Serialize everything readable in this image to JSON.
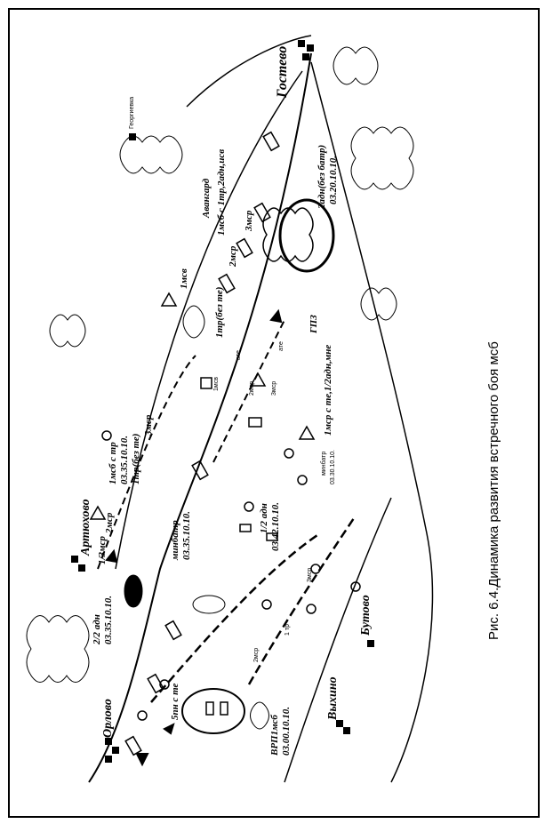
{
  "caption": "Рис. 6.4.Динамика развития встречного боя мсб",
  "places": {
    "gostevo": "Гостево",
    "artyuhovo": "Артюхово",
    "orlovo": "Орлово",
    "vyhino": "Выхино",
    "butovo": "Бутово",
    "georgievka": "Георгиевка"
  },
  "units": {
    "avangard_title": "Авангард",
    "avangard_desc": "1мсб с 1тр,2адн,исв",
    "imsv": "1мсв",
    "tr_bez_te": "1тр(без те)",
    "tr2_left": "2мср",
    "tr3": "3мср",
    "gpz": "ГПЗ",
    "gpz_desc": "1мср с те,1/2адн,мне",
    "adn_bez_batr": "2адн(без батр)",
    "adn_time": "03.20.10.10.",
    "msb_art": "1мсб с тр",
    "msb_art_time": "03.35.10.10.",
    "tr_bez_te2": "1тр(без те)",
    "mr3_art": "3мср",
    "mr13": "1/3мср",
    "mr2_art": "2мср",
    "adn22": "2/2 адн",
    "adn22_time": "03.35.10.10.",
    "minbatr": "минбатр",
    "minbatr_time": "03.35.10.10.",
    "adn12": "1/2 адн",
    "adn12_time": "03.42.10.10.",
    "minbatr2": "минбатр",
    "minbatr2_time": "03.30.10.10.",
    "pn5": "5пн с те",
    "vrp": "ВРП1мсб",
    "vrp_time": "03.00.10.10.",
    "mr2_low": "2мср",
    "tr1_low": "1 тр",
    "mr3_low": "3мср",
    "ate": "атe",
    "ate2": "атe",
    "mr1_mid": "1мсв",
    "mr2_mid": "2мср",
    "mr3_mid": "3мср"
  }
}
